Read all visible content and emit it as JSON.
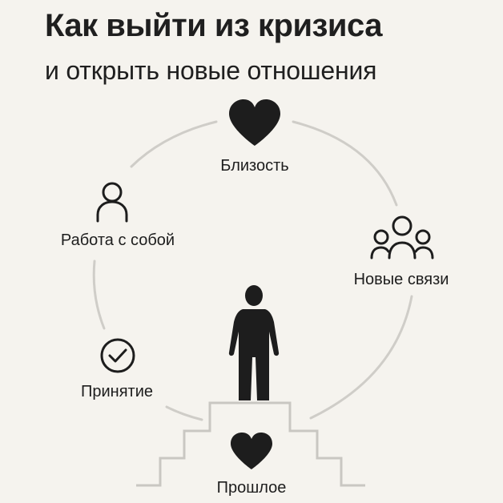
{
  "title": {
    "line1": "Как выйти из кризиса",
    "line2": "и открыть новые отношения"
  },
  "stages": {
    "closeness": {
      "label": "Близость",
      "icon": "heart-icon"
    },
    "self_work": {
      "label": "Работа с собой",
      "icon": "person-icon"
    },
    "new_connections": {
      "label": "Новые связи",
      "icon": "group-icon"
    },
    "acceptance": {
      "label": "Принятие",
      "icon": "check-circle-icon"
    },
    "past": {
      "label": "Прошлое",
      "icon": "heart-icon"
    }
  },
  "center": {
    "icon": "standing-person-icon"
  },
  "colors": {
    "background": "#f5f3ee",
    "icon": "#1d1d1d",
    "cycle_line": "#cfcdc8",
    "stairs": "#c9c7c2"
  }
}
